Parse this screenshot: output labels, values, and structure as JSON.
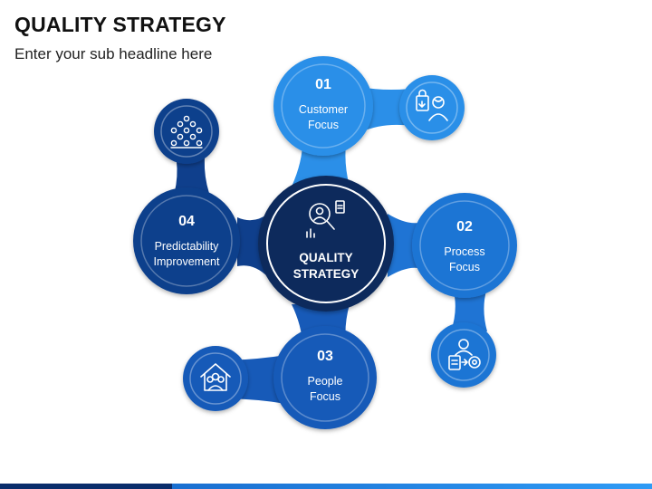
{
  "title": "QUALITY STRATEGY",
  "subtitle": "Enter your sub headline here",
  "center": {
    "line1": "QUALITY",
    "line2": "STRATEGY",
    "icon": "magnifier-person-icon"
  },
  "nodes": [
    {
      "id": "customer",
      "number": "01",
      "line1": "Customer",
      "line2": "Focus",
      "icon": "shopping-customer-icon",
      "color": "#2b8fe8"
    },
    {
      "id": "process",
      "number": "02",
      "line1": "Process",
      "line2": "Focus",
      "icon": "process-gear-icon",
      "color": "#1f74d4"
    },
    {
      "id": "people",
      "number": "03",
      "line1": "People",
      "line2": "Focus",
      "icon": "people-home-icon",
      "color": "#175ab8"
    },
    {
      "id": "predictability",
      "number": "04",
      "line1": "Predictability",
      "line2": "Improvement",
      "icon": "team-group-icon",
      "color": "#0f3f8c"
    }
  ],
  "colors": {
    "center": "#0b2b5c",
    "bar_dark": "#0a2d6b",
    "bar_light": "#2f9bf5"
  }
}
